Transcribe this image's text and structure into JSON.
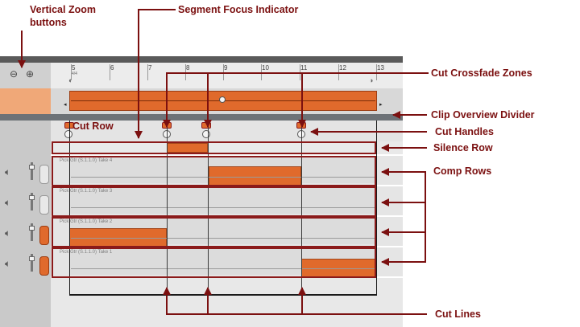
{
  "annotations": {
    "vertical_zoom": "Vertical Zoom\nbuttons",
    "segment_focus": "Segment Focus Indicator",
    "cut_crossfade": "Cut Crossfade Zones",
    "clip_overview_divider": "Clip Overview Divider",
    "cut_row": "Cut Row",
    "cut_handles": "Cut Handles",
    "silence_row": "Silence Row",
    "comp_rows": "Comp Rows",
    "cut_lines": "Cut Lines"
  },
  "ruler": {
    "ticks": [
      "5",
      "6",
      "7",
      "8",
      "9",
      "10",
      "11",
      "12",
      "13"
    ],
    "sub_label": "4/4"
  },
  "takes": [
    {
      "label": "Pick Gtr (S.1.1.0) Take 4"
    },
    {
      "label": "Pick Gtr (S.1.1.0) Take 3"
    },
    {
      "label": "Pick Gtr (S.1.1.0) Take 2"
    },
    {
      "label": "Pick Gtr (S.1.1.0) Take 1"
    }
  ],
  "colors": {
    "accent": "#e06a2c",
    "annotation": "#7b1010"
  },
  "icons": {
    "zoom_out": "zoom-out-icon",
    "zoom_in": "zoom-in-icon",
    "speaker": "speaker-icon"
  }
}
